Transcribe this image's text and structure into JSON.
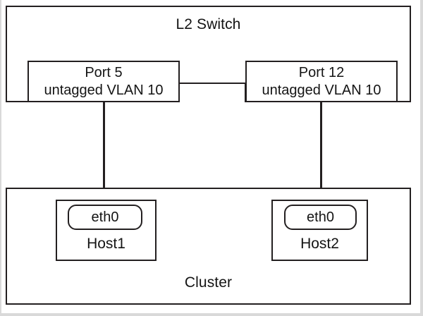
{
  "diagram": {
    "type": "network-topology",
    "colors": {
      "background": "#d9d9d9",
      "canvas": "#ffffff",
      "stroke": "#231f20",
      "text": "#141414"
    },
    "switch": {
      "title": "L2 Switch",
      "ports": [
        {
          "id": "port-left",
          "name": "Port 5",
          "vlan": "untagged VLAN 10"
        },
        {
          "id": "port-right",
          "name": "Port 12",
          "vlan": "untagged VLAN 10"
        }
      ]
    },
    "cluster": {
      "title": "Cluster",
      "hosts": [
        {
          "id": "host-1",
          "name": "Host1",
          "nic": "eth0"
        },
        {
          "id": "host-2",
          "name": "Host2",
          "nic": "eth0"
        }
      ]
    },
    "links": [
      {
        "id": "cable-left",
        "from": "Port 5",
        "to": "Host1 eth0"
      },
      {
        "id": "cable-right",
        "from": "Port 12",
        "to": "Host2 eth0"
      }
    ]
  }
}
